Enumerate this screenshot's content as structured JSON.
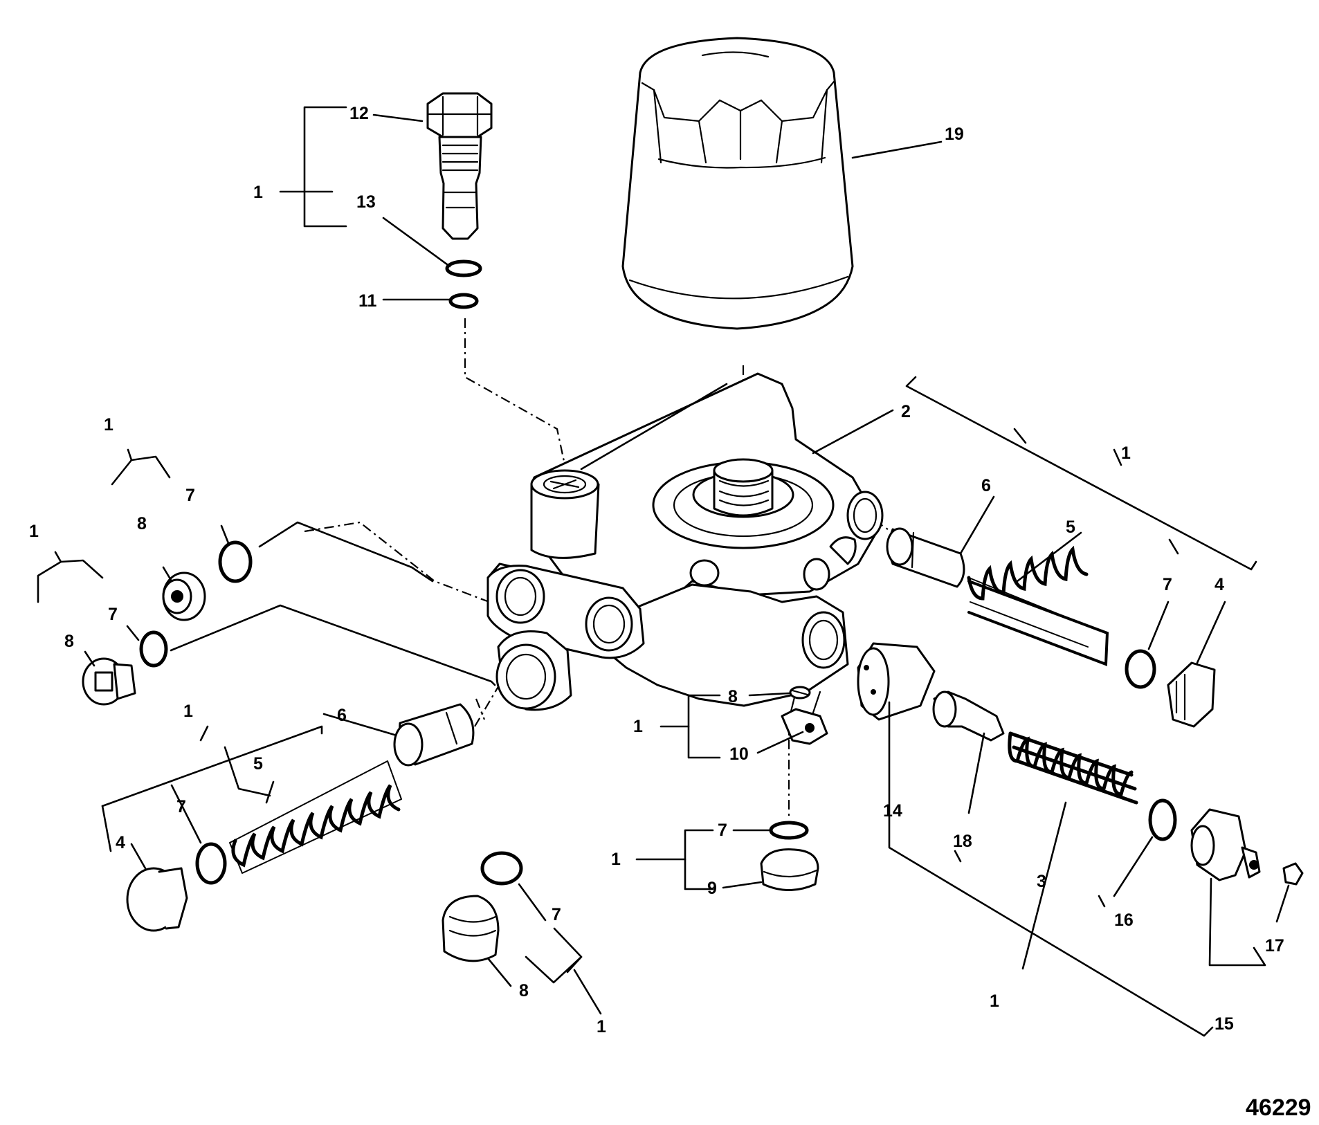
{
  "labels": {
    "filter": "19",
    "bypass_valve": "12",
    "kit_top": "1",
    "seal_top": "13",
    "washer_top": "11",
    "adapter": "2",
    "kit_left_upper": "1",
    "oring_left_upper": "7",
    "plug_left_upper": "8",
    "kit_left_mid": "1",
    "oring_left_mid": "7",
    "plug_left_mid": "8",
    "kit_left_lower": "1",
    "piston_left": "6",
    "spring_left": "5",
    "oring_left_lower": "7",
    "cap_left": "4",
    "kit_right_upper": "1",
    "piston_right": "6",
    "spring_right": "5",
    "oring_right_upper": "7",
    "cap_right": "4",
    "kit_center": "1",
    "plug_center": "8",
    "fitting_center": "10",
    "kit_center_low": "1",
    "oring_center_low": "7",
    "cap_center": "9",
    "oring_bottom": "7",
    "plug_bottom": "8",
    "kit_bottom": "1",
    "sleeve": "14",
    "pin": "18",
    "spring_large": "3",
    "oring_right_lower": "16",
    "kit_right_lower": "1",
    "sender": "15",
    "nut": "17",
    "figure_number": "46229"
  }
}
